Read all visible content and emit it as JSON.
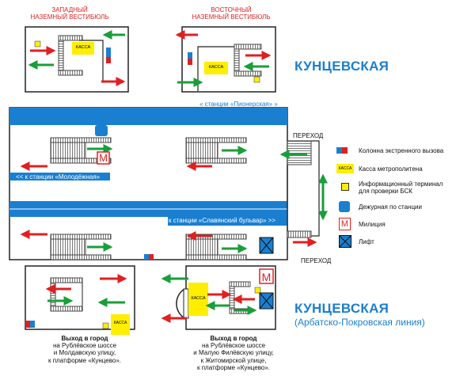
{
  "vestibules": {
    "west_title": "ЗАПАДНЫЙ\nНАЗЕМНЫЙ ВЕСТИБЮЛЬ",
    "east_title": "ВОСТОЧНЫЙ\nНАЗЕМНЫЙ ВЕСТИБЮЛЬ"
  },
  "kassa_label": "КАССА",
  "station": {
    "name_top": "КУНЦЕВСКАЯ",
    "name_bottom": "КУНЦЕВСКАЯ",
    "line": "(Арбатско-Покровская линия)"
  },
  "platform": {
    "to_pionerskaya": "« станции «Пионерская» »",
    "to_molodezhnaya": "<< к станции «Молодёжная»",
    "to_slavyansky": "к станции «Славянский бульвар» >>",
    "transfer_top": "ПЕРЕХОД",
    "transfer_bottom": "ПЕРЕХОД"
  },
  "legend": [
    {
      "icon": "emergency-call-column-icon",
      "label": "Колонна экстренного вызова"
    },
    {
      "icon": "ticket-office-icon",
      "label": "Касса метрополитена",
      "symbol_text": "КАССА"
    },
    {
      "icon": "info-terminal-icon",
      "label": "Информационный терминал\nдля проверки БСК"
    },
    {
      "icon": "station-attendant-icon",
      "label": "Дежурная по станции"
    },
    {
      "icon": "police-icon",
      "label": "Милиция",
      "symbol_text": "М"
    },
    {
      "icon": "elevator-icon",
      "label": "Лифт"
    }
  ],
  "exits": {
    "west": {
      "title": "Выход в город",
      "text": "на Рублёвское шоссе\nи Молдавскую улицу,\nк платформе «Кунцево»."
    },
    "east": {
      "title": "Выход в город",
      "text": "на Рублёвское шоссе\nи Малую Филёвскую улицу,\nк Житомирской улице,\nк платформе «Кунцево»."
    }
  },
  "police_symbol": "М",
  "colors": {
    "blue": "#1a7fd0",
    "red": "#e02020",
    "green": "#1a9e3a",
    "yellow": "#ffee00"
  }
}
